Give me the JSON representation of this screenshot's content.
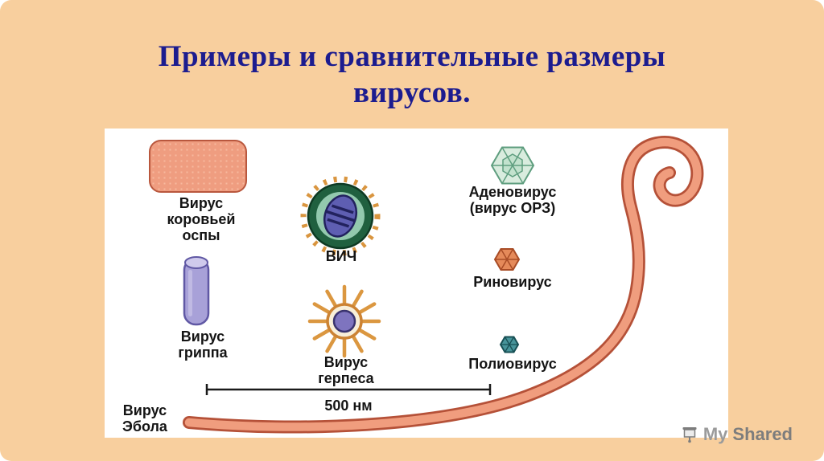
{
  "slide": {
    "title": "Примеры и сравнительные размеры\nвирусов."
  },
  "labels": {
    "cowpox": "Вирус\nкоровьей\nоспы",
    "hiv": "ВИЧ",
    "adenovirus": "Аденовирус\n(вирус ОРЗ)",
    "rhinovirus": "Риновирус",
    "influenza": "Вирус\nгриппа",
    "herpes": "Вирус\nгерпеса",
    "poliovirus": "Полиовирус",
    "ebola": "Вирус\nЭбола",
    "scale": "500 нм"
  },
  "watermark": {
    "my": "My",
    "shared": "Shared"
  },
  "colors": {
    "slide_background": "#f8cf9e",
    "title_text": "#1c1c8f",
    "panel_background": "#ffffff",
    "filament": "#f09d7e",
    "filament_outline": "#b55138",
    "label_text": "#141414",
    "watermark_gray": "#7d7d7d"
  }
}
